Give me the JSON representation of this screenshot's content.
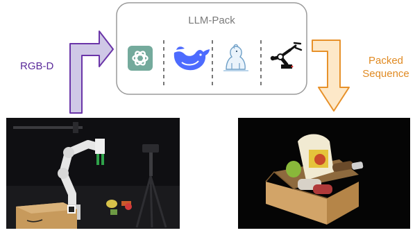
{
  "diagram": {
    "module_title": "LLM-Pack",
    "input_label": "RGB-D",
    "output_label_lines": [
      "Packed",
      "Sequence"
    ],
    "colors": {
      "module_border": "#9a9a9a",
      "input_arrow_fill": "#cfc8e6",
      "input_arrow_stroke": "#6a35a8",
      "input_label": "#5a2a9a",
      "output_arrow_fill": "#fde8c8",
      "output_arrow_stroke": "#e7912a",
      "output_label": "#e08a22"
    },
    "model_icons": [
      "chatgpt-logo-icon",
      "deepseek-whale-icon",
      "polar-bear-icon",
      "robot-arm-gripper-icon"
    ],
    "photos": [
      {
        "name": "robot-scene-photo",
        "content": "robot-arm-with-box-and-camera-on-tripod"
      },
      {
        "name": "packed-box-photo",
        "content": "cardboard-box-filled-with-items"
      }
    ]
  }
}
